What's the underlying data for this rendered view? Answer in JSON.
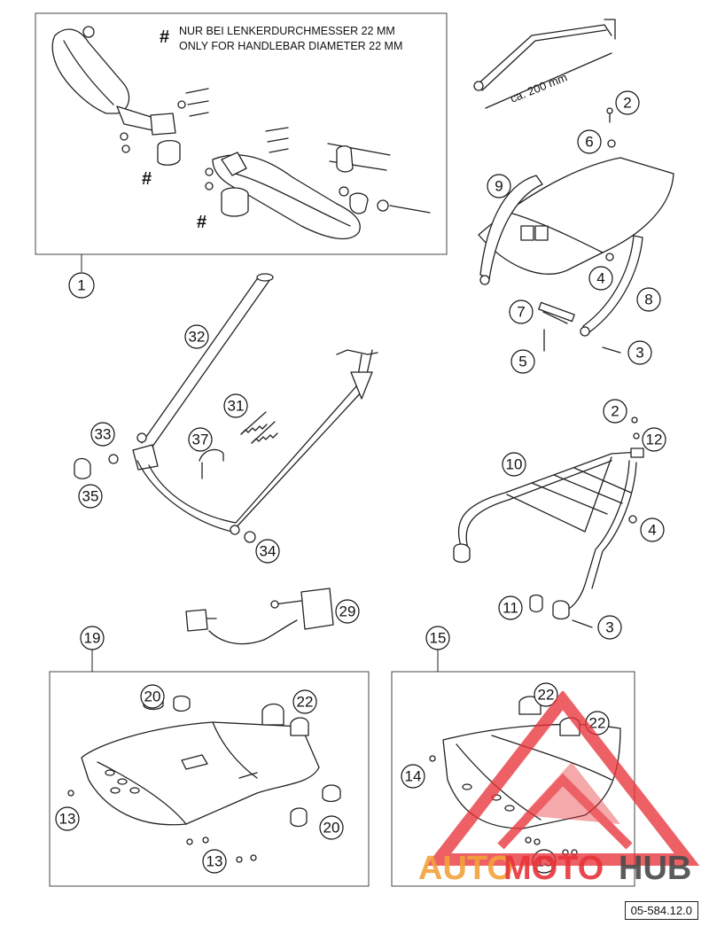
{
  "note": {
    "hash_symbol": "#",
    "line_de": "NUR BEI LENKERDURCHMESSER 22 MM",
    "line_en": "ONLY FOR HANDLEBAR DIAMETER 22 MM"
  },
  "dimension_label": "ca. 200 mm",
  "drawing_number": "05-584.12.0",
  "callouts": {
    "c1": "1",
    "c2a": "2",
    "c6": "6",
    "c9": "9",
    "c4a": "4",
    "c8": "8",
    "c7": "7",
    "c5": "5",
    "c3a": "3",
    "c32": "32",
    "c31": "31",
    "c33": "33",
    "c37": "37",
    "c35": "35",
    "c34": "34",
    "c2b": "2",
    "c12": "12",
    "c10": "10",
    "c4b": "4",
    "c11": "11",
    "c3b": "3",
    "c29": "29",
    "c19": "19",
    "c15": "15",
    "c20a": "20",
    "c22a": "22",
    "c13a": "13",
    "c20b": "20",
    "c13b": "13",
    "c22b": "22",
    "c22c": "22",
    "c14": "14",
    "c13c": "13"
  },
  "watermark": {
    "part1": "AUTO",
    "part2": "MOTO",
    "part3": "HUB",
    "color_primary": "#e8343a",
    "color_secondary": "#f2a23a",
    "color_dark": "#4a4a4a"
  }
}
